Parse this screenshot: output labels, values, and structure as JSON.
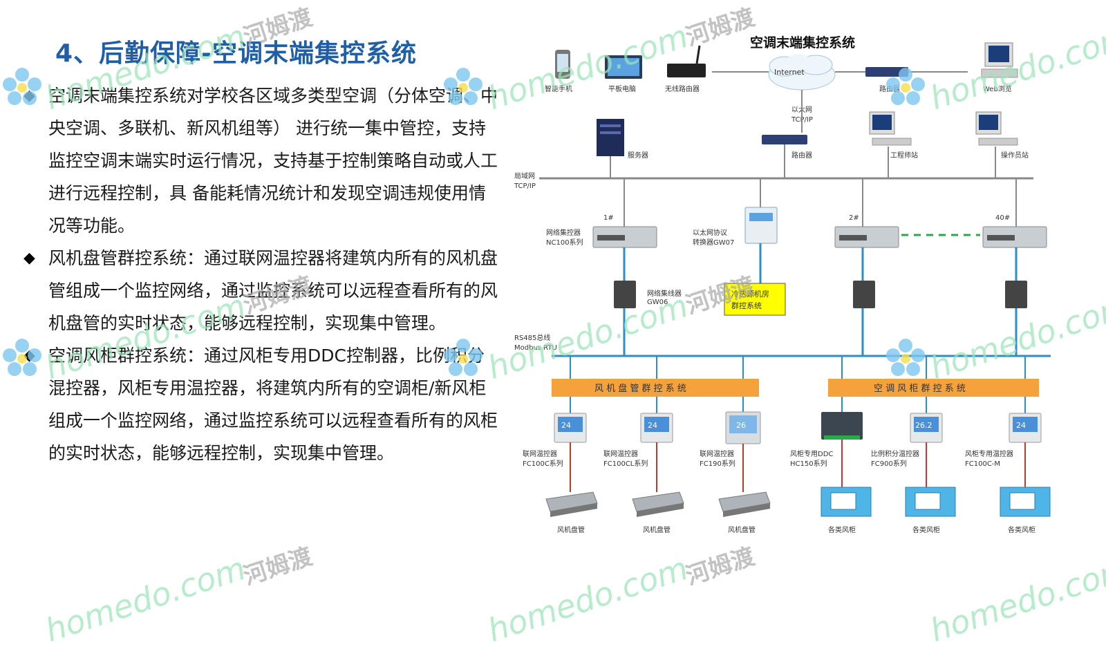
{
  "slide": {
    "title": "4、后勤保障-空调末端集控系统",
    "paragraphs": [
      "空调末端集控系统对学校各区域多类型空调（分体空调、中央空调、多联机、新风机组等） 进行统一集中管控，支持监控空调末端实时运行情况，支持基于控制策略自动或人工进行远程控制，具 备能耗情况统计和发现空调违规使用情况等功能。",
      "风机盘管群控系统：通过联网温控器将建筑内所有的风机盘管组成一个监控网络，通过监控系统可以远程查看所有的风机盘管的实时状态，能够远程控制，实现集中管理。",
      "空调风柜群控系统：通过风柜专用DDC控制器，比例积分混控器，风柜专用温控器，将建筑内所有的空调柜/新风柜组成一个监控网络，通过监控系统可以远程查看所有的风柜的实时状态，能够远程控制，实现集中管理。"
    ],
    "bullet_glyph": "◆"
  },
  "watermark": {
    "logo_text": "homedo.com",
    "cn_text": "河姆渡",
    "colors": {
      "logo": "#9be6b8",
      "cn": "#a9a9a9"
    }
  },
  "diagram": {
    "title": "空调末端集控系统",
    "internet_label": "Internet",
    "devices_top": {
      "phone": "智能手机",
      "tablet": "平板电脑",
      "wifi_router": "无线路由器",
      "router_top": "路由器",
      "web": "Web浏览"
    },
    "ethernet_label_1": "以太网",
    "ethernet_label_2": "TCP/IP",
    "server": "服务器",
    "router_mid": "路由器",
    "eng_station": "工程师站",
    "op_station": "操作员站",
    "lan_label_1": "局域网",
    "lan_label_2": "TCP/IP",
    "nc_label_1": "网络集控器",
    "nc_label_2": "NC100系列",
    "nc_num_1": "1#",
    "nc_num_2": "2#",
    "nc_num_40": "40#",
    "converter_label_1": "以太网协议",
    "converter_label_2": "转换器GW07",
    "gateway_label_1": "网络集线器",
    "gateway_label_2": "GW06",
    "chiller_label_1": "冷热源机房",
    "chiller_label_2": "群控系统",
    "bus_label_1": "RS485总线",
    "bus_label_2": "Modbus RTU",
    "fcu_group": "风 机 盘 管 群 控 系 统",
    "ahu_group": "空 调 风 柜 群 控 系 统",
    "thermostats": [
      {
        "l1": "联网温控器",
        "l2": "FC100C系列",
        "display": "24"
      },
      {
        "l1": "联网温控器",
        "l2": "FC100CL系列",
        "display": "24"
      },
      {
        "l1": "联网温控器",
        "l2": "FC190系列",
        "display": "26"
      },
      {
        "l1": "风柜专用DDC",
        "l2": "HC150系列",
        "display": ""
      },
      {
        "l1": "比例积分温控器",
        "l2": "FC900系列",
        "display": "26.2"
      },
      {
        "l1": "风柜专用温控器",
        "l2": "FC100C-M",
        "display": "24"
      }
    ],
    "units": [
      "风机盘管",
      "风机盘管",
      "风机盘管",
      "各类风柜",
      "各类风柜",
      "各类风柜"
    ],
    "colors": {
      "bus_line": "#2a8fc7",
      "lan_line": "#888888",
      "group_bar": "#f5a23c",
      "dashed": "#2aa84a",
      "chiller_box": "#ffff00",
      "drop_line": "#c0392b"
    }
  }
}
